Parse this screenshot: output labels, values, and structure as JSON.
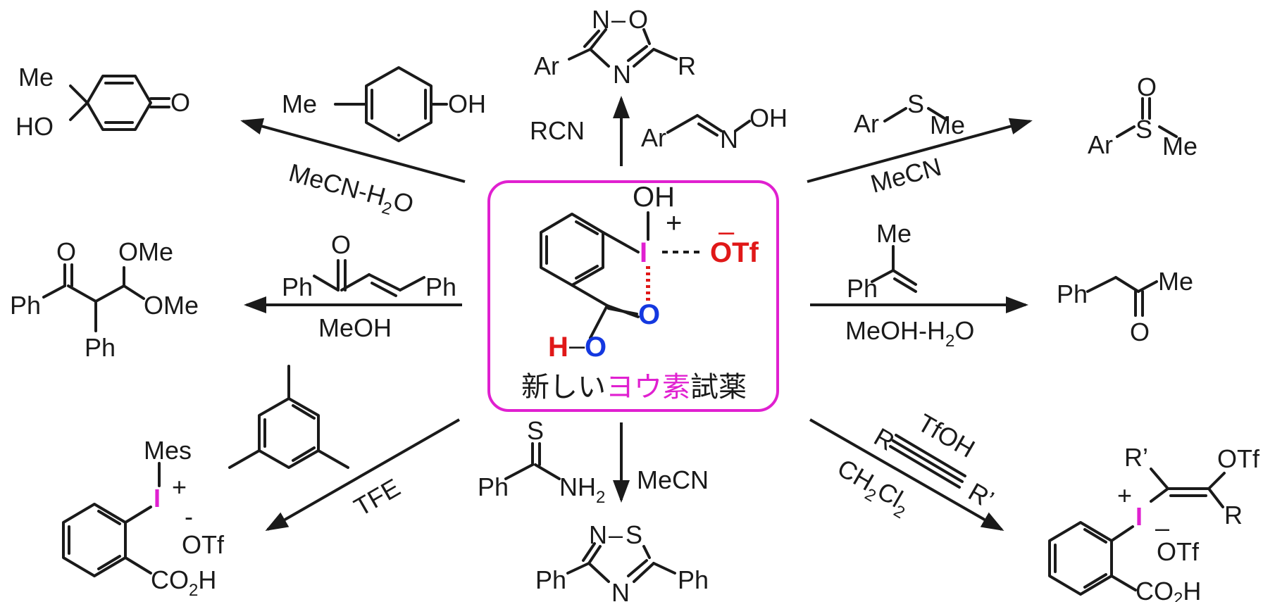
{
  "colors": {
    "iodine": "#e020d0",
    "oxygen_blue": "#1438e0",
    "hydrogen_red": "#e01818",
    "box_border": "#e020d0",
    "ink": "#1a1a1a"
  },
  "center": {
    "oh": "OH",
    "plus": "+",
    "iodine": "I",
    "minus": "–",
    "otf": "OTf",
    "o_carbonyl": "O",
    "h": "H",
    "dash": "–",
    "o_hydroxyl": "O",
    "caption_a": "新しい",
    "caption_b": "ヨウ素",
    "caption_c": "試薬"
  },
  "top_left": {
    "reagent_me": "Me",
    "reagent_oh": "OH",
    "solvent": "MeCN-H",
    "solvent_sub": "2",
    "solvent_end": "O",
    "product_me": "Me",
    "product_ho": "HO",
    "product_o": "O"
  },
  "top_center": {
    "reagent_rcn": "RCN",
    "reagent_ar": "Ar",
    "reagent_n": "N",
    "reagent_oh": "OH",
    "product_n1": "N",
    "product_o": "O",
    "product_dash": "–",
    "product_ar": "Ar",
    "product_n2": "N",
    "product_r": "R"
  },
  "top_right": {
    "reagent_ar": "Ar",
    "reagent_s": "S",
    "reagent_me": "Me",
    "solvent": "MeCN",
    "product_o": "O",
    "product_ar": "Ar",
    "product_s": "S",
    "product_me": "Me"
  },
  "mid_left": {
    "reagent_o": "O",
    "reagent_ph1": "Ph",
    "reagent_ph2": "Ph",
    "solvent": "MeOH",
    "product_o": "O",
    "product_ome1": "OMe",
    "product_ome2": "OMe",
    "product_ph1": "Ph",
    "product_ph2": "Ph"
  },
  "mid_right": {
    "reagent_me": "Me",
    "reagent_ph": "Ph",
    "solvent": "MeOH-H",
    "solvent_sub": "2",
    "solvent_end": "O",
    "product_ph": "Ph",
    "product_me": "Me",
    "product_o": "O"
  },
  "bottom_left": {
    "solvent": "TFE",
    "product_mes": "Mes",
    "product_i": "I",
    "product_plus": "+",
    "product_minus": "-",
    "product_otf": "OTf",
    "product_co2h_a": "CO",
    "product_co2h_sub": "2",
    "product_co2h_b": "H"
  },
  "bottom_center": {
    "reagent_s": "S",
    "reagent_ph": "Ph",
    "reagent_nh2_a": "NH",
    "reagent_nh2_sub": "2",
    "solvent": "MeCN",
    "product_n1": "N",
    "product_dash": "–",
    "product_s": "S",
    "product_ph1": "Ph",
    "product_n2": "N",
    "product_ph2": "Ph"
  },
  "bottom_right": {
    "reagent_r": "R",
    "reagent_r2": "R’",
    "reagent_tfoh": "TfOH",
    "solvent_a": "CH",
    "solvent_sub1": "2",
    "solvent_b": "Cl",
    "solvent_sub2": "2",
    "product_r2": "R’",
    "product_otf1": "OTf",
    "product_plus": "+",
    "product_i": "I",
    "product_r": "R",
    "product_minus": "–",
    "product_otf2": "OTf",
    "product_co2h_a": "CO",
    "product_co2h_sub": "2",
    "product_co2h_b": "H"
  }
}
